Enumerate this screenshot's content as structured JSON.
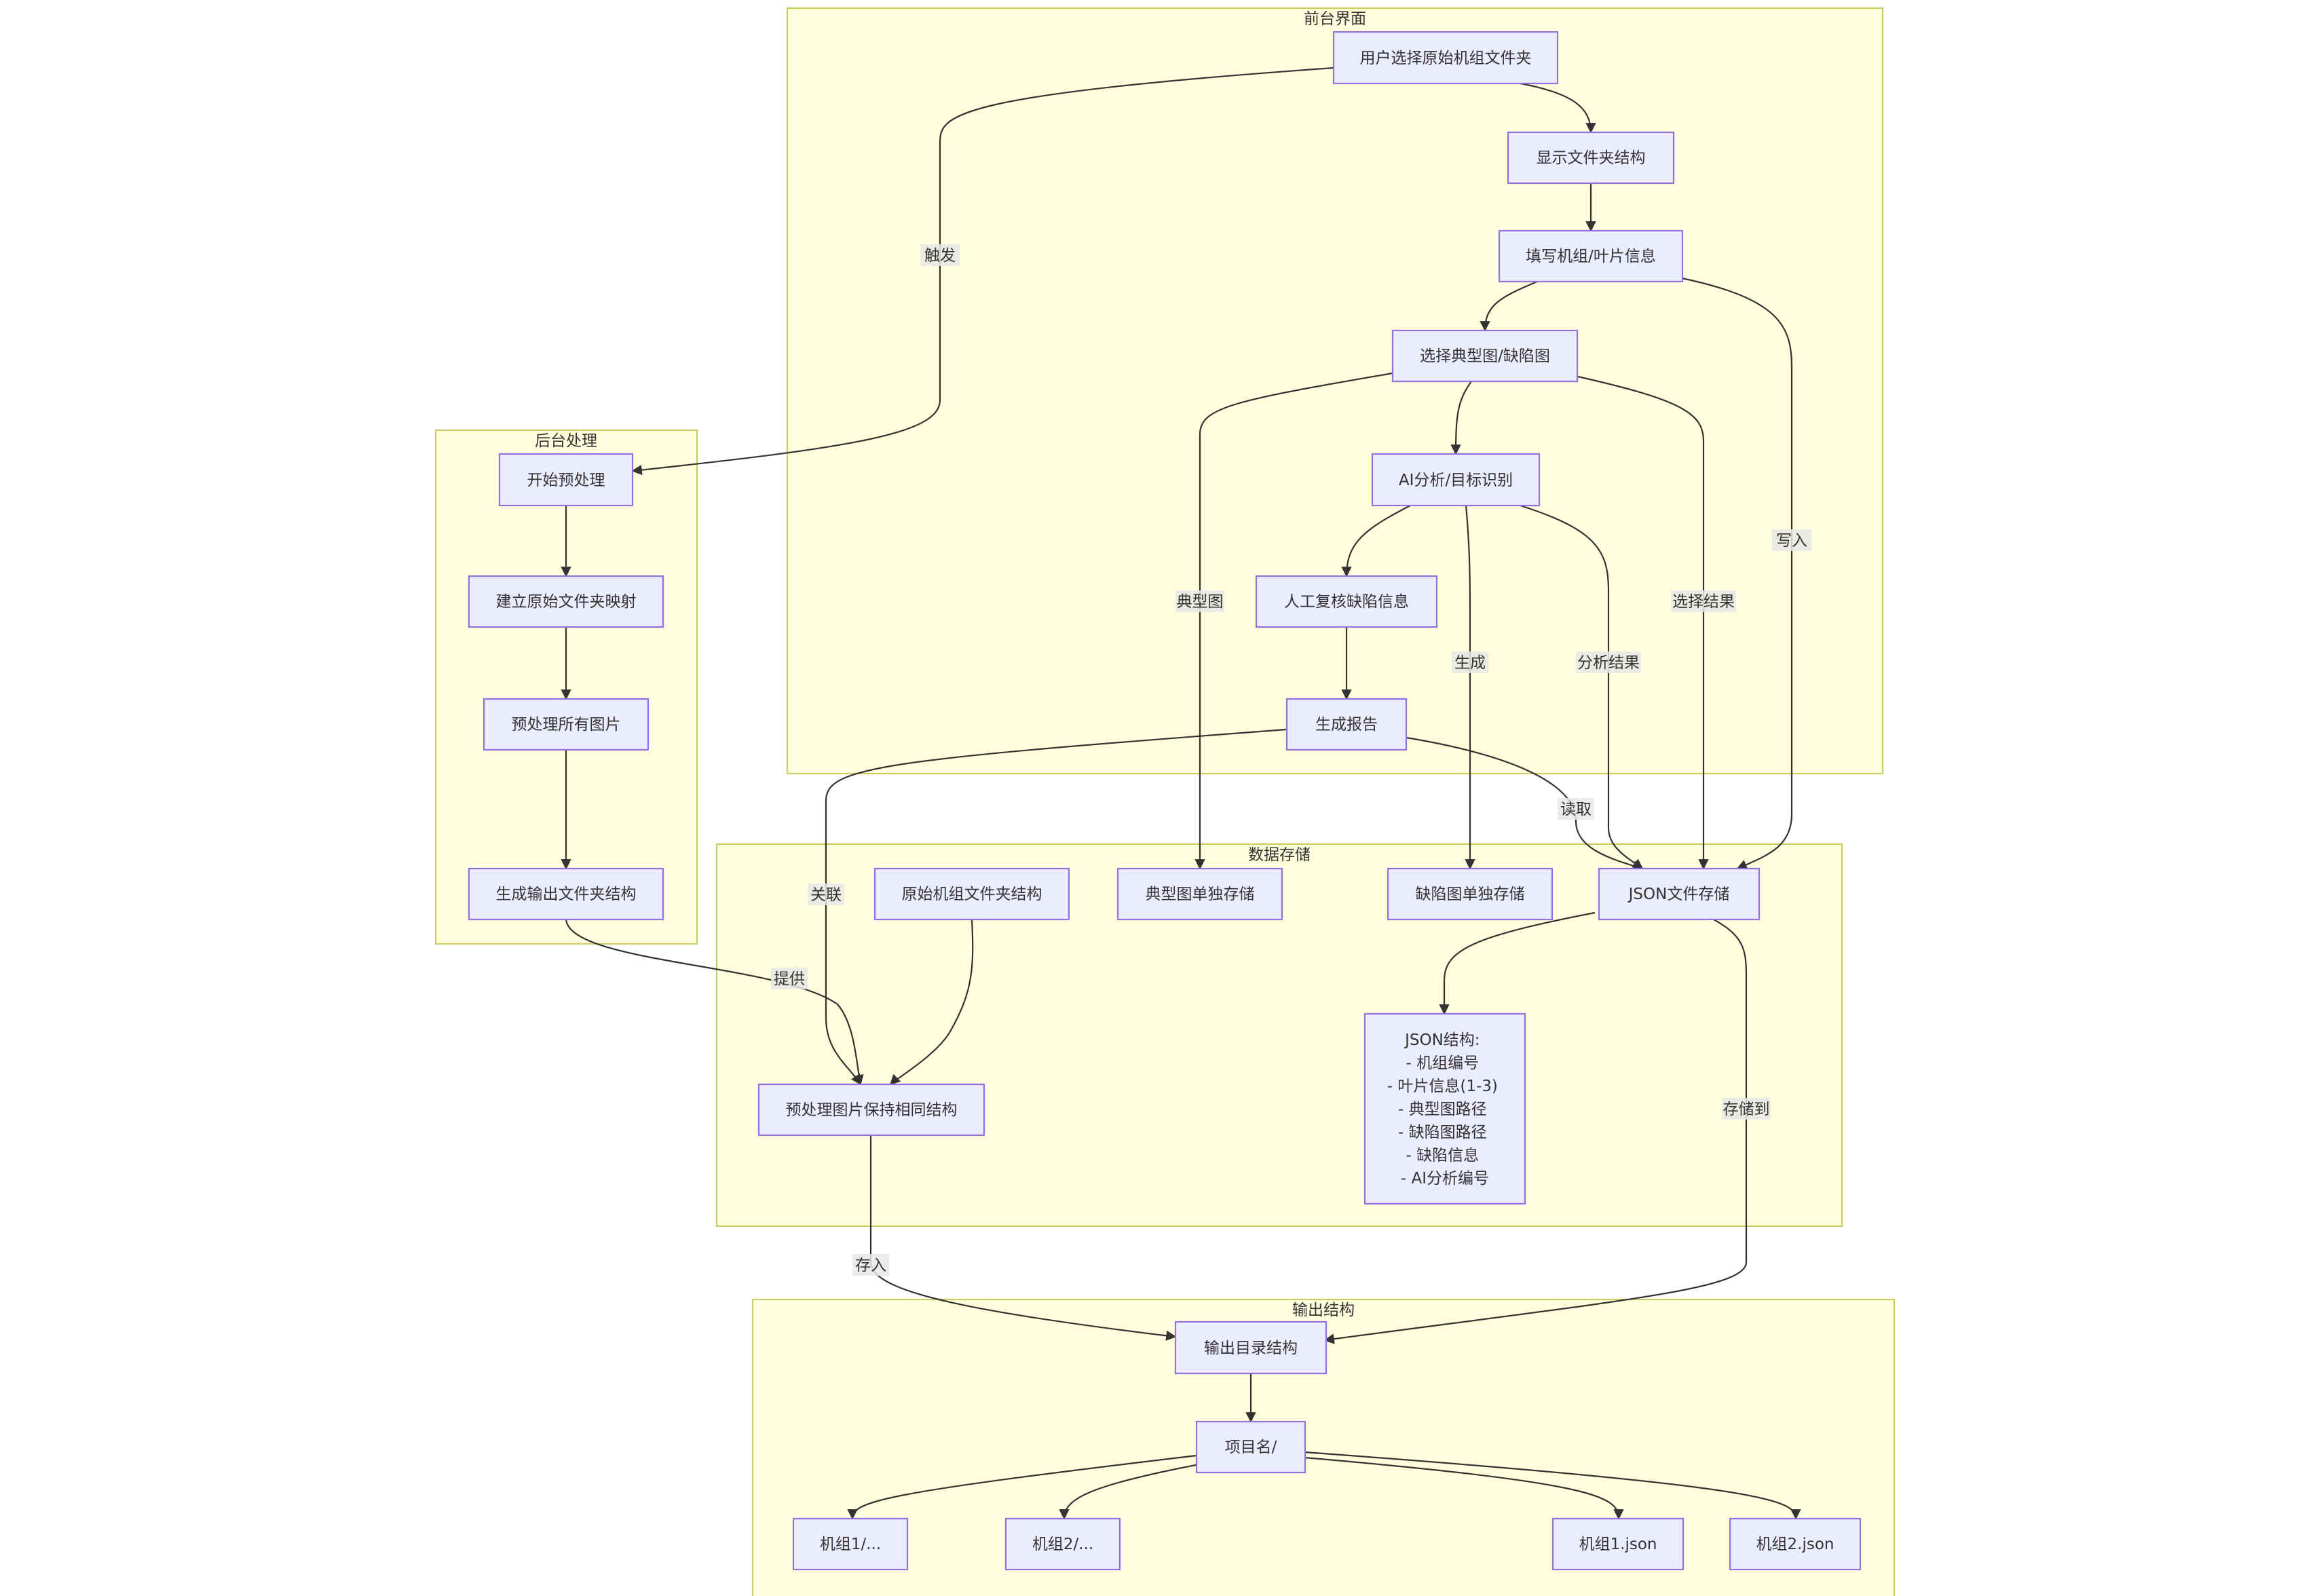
{
  "subgraphs": {
    "frontend": "前台界面",
    "backend": "后台处理",
    "storage": "数据存储",
    "output": "输出结构"
  },
  "nodes": {
    "select_folder": "用户选择原始机组文件夹",
    "show_structure": "显示文件夹结构",
    "fill_info": "填写机组/叶片信息",
    "select_images": "选择典型图/缺陷图",
    "ai_analysis": "AI分析/目标识别",
    "manual_review": "人工复核缺陷信息",
    "gen_report": "生成报告",
    "start_preprocess": "开始预处理",
    "build_mapping": "建立原始文件夹映射",
    "preprocess_all": "预处理所有图片",
    "gen_output_structure": "生成输出文件夹结构",
    "original_structure": "原始机组文件夹结构",
    "typical_storage": "典型图单独存储",
    "defect_storage": "缺陷图单独存储",
    "json_storage": "JSON文件存储",
    "preprocessed_same": "预处理图片保持相同结构",
    "json_structure": [
      "JSON结构:",
      "- 机组编号",
      "- 叶片信息(1-3)",
      "- 典型图路径",
      "- 缺陷图路径",
      "- 缺陷信息",
      "- AI分析编号"
    ],
    "output_dir": "输出目录结构",
    "project_name": "项目名/",
    "unit1_dir": "机组1/...",
    "unit2_dir": "机组2/...",
    "unit1_json": "机组1.json",
    "unit2_json": "机组2.json"
  },
  "edge_labels": {
    "trigger": "触发",
    "write": "写入",
    "typical": "典型图",
    "select_result": "选择结果",
    "generate": "生成",
    "analysis_result": "分析结果",
    "read": "读取",
    "associate": "关联",
    "provide": "提供",
    "store_to": "存储到",
    "save_in": "存入"
  },
  "colors": {
    "subgraph_fill": "#ffffde",
    "subgraph_stroke": "#cccc66",
    "node_fill": "#ececff",
    "node_stroke": "#9370db",
    "edge": "#333333",
    "text": "#333333"
  }
}
